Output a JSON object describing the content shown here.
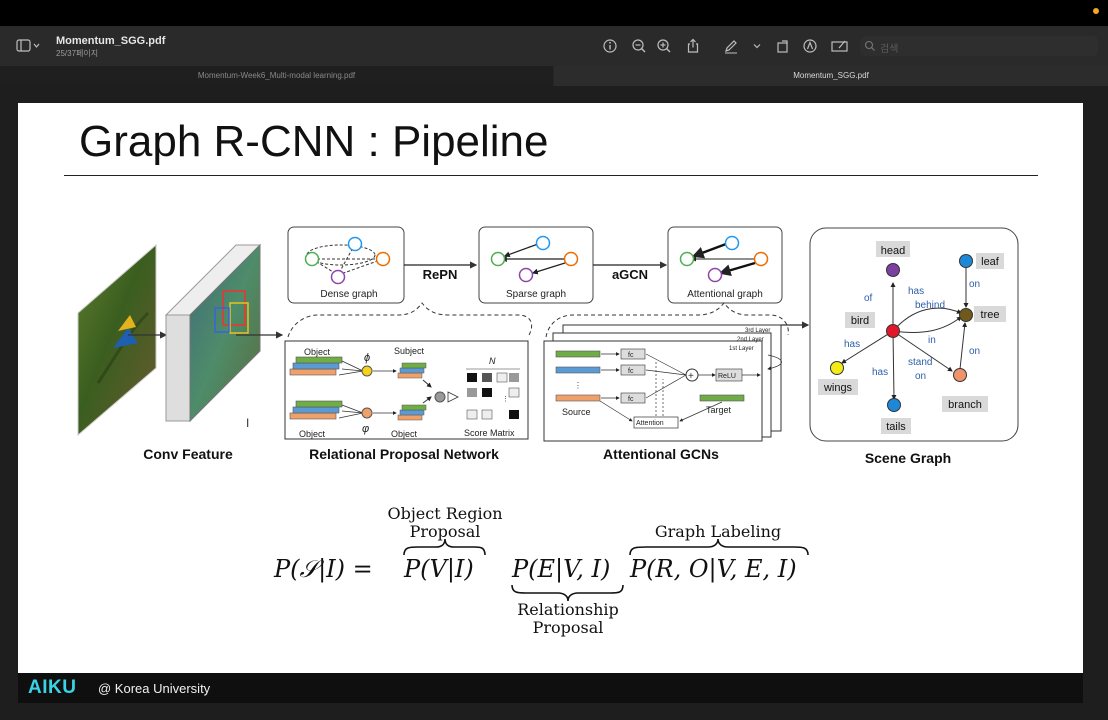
{
  "app": {
    "doc_title": "Momentum_SGG.pdf",
    "page_indicator": "25/37페이지",
    "search_placeholder": "검색"
  },
  "tabs": [
    {
      "label": "Momentum-Week6_Multi-modal learning.pdf"
    },
    {
      "label": "Momentum_SGG.pdf"
    }
  ],
  "slide": {
    "title": "Graph R-CNN : Pipeline",
    "labels": {
      "conv_feature": "Conv Feature",
      "rpn": "Relational Proposal Network",
      "agcns": "Attentional GCNs",
      "scene_graph": "Scene Graph",
      "dense_graph": "Dense graph",
      "sparse_graph": "Sparse graph",
      "attentional_graph": "Attentional graph",
      "repn": "RePN",
      "agcn": "aGCN",
      "object_top": "Object",
      "subject": "Subject",
      "object_bottom_left": "Object",
      "object_bottom_right": "Object",
      "n_label": "N",
      "score_matrix": "Score Matrix",
      "phi": "ϕ",
      "varphi": "φ",
      "source": "Source",
      "target": "Target",
      "attention": "Attention",
      "relu": "ReLU",
      "fc": "fc",
      "layer3": "3rd Layer",
      "layer2": "2nd Layer",
      "layer1": "1st Layer"
    },
    "scene_graph_nodes": {
      "head": "head",
      "leaf": "leaf",
      "bird": "bird",
      "tree": "tree",
      "wings": "wings",
      "tails": "tails",
      "branch": "branch"
    },
    "scene_graph_edges": {
      "of": "of",
      "has1": "has",
      "behind": "behind",
      "on1": "on",
      "in": "in",
      "has2": "has",
      "has3": "has",
      "stand_on_1": "stand",
      "stand_on_2": "on",
      "on2": "on"
    },
    "equation": {
      "lhs": "P(𝒮|I) =",
      "term1": "P(V|I)",
      "term2": "P(E|V, I)",
      "term3": "P(R, O|V, E, I)",
      "over1_line1": "Object Region",
      "over1_line2": "Proposal",
      "under2_line1": "Relationship",
      "under2_line2": "Proposal",
      "over3": "Graph Labeling"
    },
    "footer": {
      "brand": "AIKU",
      "affiliation": "@ Korea University"
    }
  },
  "colors": {
    "accent_dot": "#f5a623",
    "brand": "#39d3e6",
    "node_red": "#e3172a",
    "node_purple": "#7d3fa0",
    "node_blue": "#1e88d8",
    "node_yellow": "#f4ea1a",
    "node_olive": "#6f5a1c",
    "node_orange": "#f0936a",
    "edge_label": "#2d5fa8"
  }
}
